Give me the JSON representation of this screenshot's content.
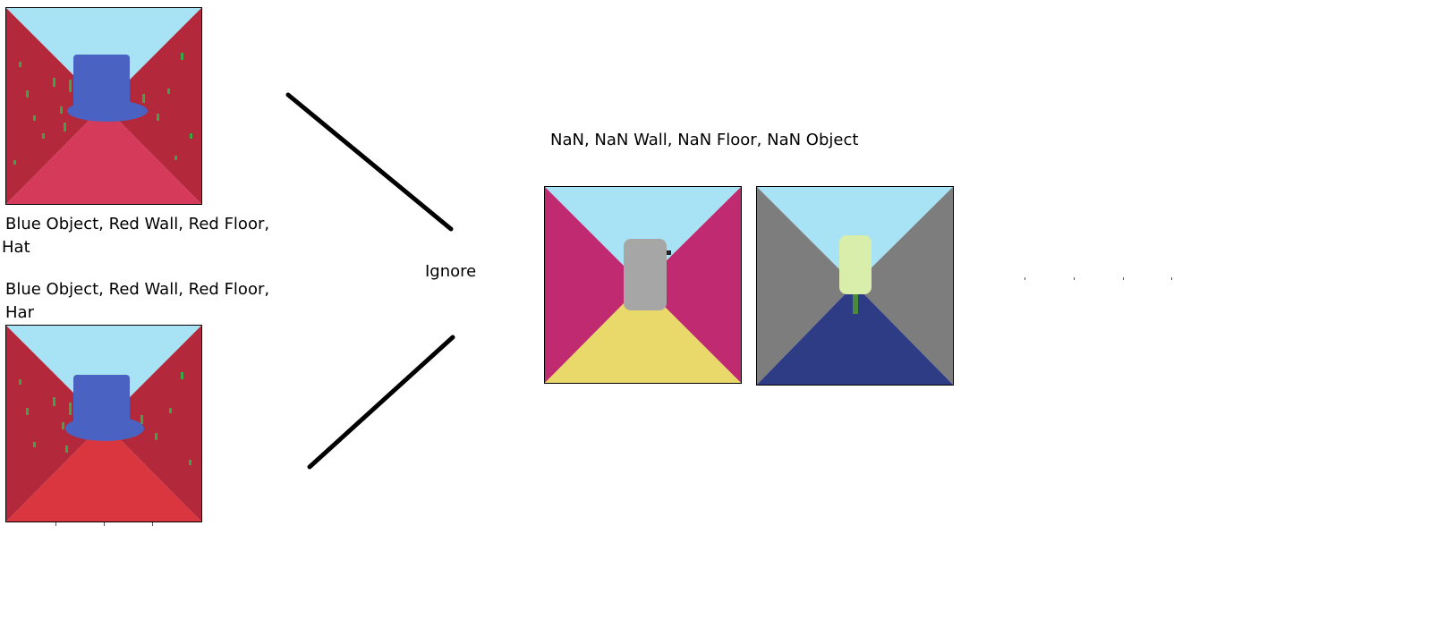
{
  "captions": {
    "top_left": {
      "line1": "Blue Object, Red Wall, Red Floor,",
      "line2": "Hat"
    },
    "bottom_left": {
      "line1": "Blue Object, Red Wall, Red Floor,",
      "line2": "Har"
    },
    "middle": "Ignore",
    "right_title": "NaN, NaN Wall, NaN Floor, NaN Object"
  },
  "scenes": {
    "top_left": {
      "sky": "#a8e2f5",
      "wall": "#b3283a",
      "floor": "#d63a5a",
      "object": "#4a63c2",
      "object_icon": "top-hat-icon"
    },
    "bottom_left": {
      "sky": "#a8e2f5",
      "wall": "#b3283a",
      "floor": "#d9363f",
      "object": "#4a63c2",
      "object_icon": "top-hat-icon"
    },
    "right_1": {
      "sky": "#a8e2f5",
      "wall": "#c02a70",
      "floor": "#e8d96a",
      "object": "#a6a6a6",
      "object_icon": "block-object-icon"
    },
    "right_2": {
      "sky": "#a8e2f5",
      "wall": "#7d7d7d",
      "floor": "#2d3c85",
      "object": "#d8eeaa",
      "object_icon": "block-object-icon"
    }
  }
}
